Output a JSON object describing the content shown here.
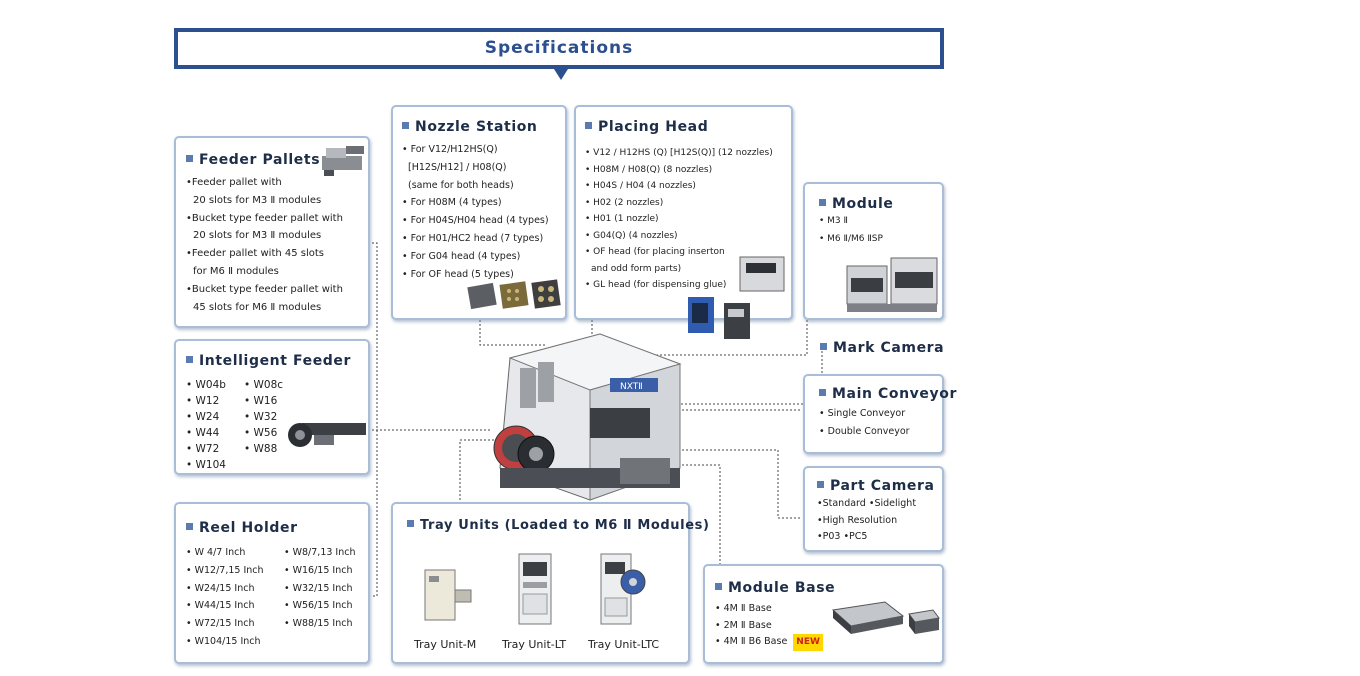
{
  "header": {
    "title": "Specifications"
  },
  "feeder_pallets": {
    "title": "Feeder Pallets",
    "lines": [
      "•Feeder pallet with",
      "  20 slots for M3 Ⅱ modules",
      "•Bucket type feeder pallet with",
      "  20 slots for M3 Ⅱ modules",
      "•Feeder pallet with 45 slots",
      "  for M6 Ⅱ modules",
      "•Bucket type feeder pallet with",
      "  45 slots for M6 Ⅱ modules"
    ]
  },
  "nozzle_station": {
    "title": "Nozzle Station",
    "lines": [
      "• For V12/H12HS(Q)",
      "  [H12S/H12] / H08(Q)",
      "  (same for both heads)",
      "• For H08M (4 types)",
      "• For H04S/H04 head (4 types)",
      "• For H01/HC2 head (7 types)",
      "• For G04 head (4 types)",
      "• For OF head (5 types)"
    ]
  },
  "placing_head": {
    "title": "Placing Head",
    "lines": [
      "• V12 / H12HS (Q) [H12S(Q)] (12 nozzles)",
      "• H08M / H08(Q) (8 nozzles)",
      "• H04S / H04 (4 nozzles)",
      "• H02 (2 nozzles)",
      "• H01 (1 nozzle)",
      "• G04(Q) (4 nozzles)",
      "• OF head (for placing inserton",
      "  and odd form parts)",
      "• GL head (for dispensing glue)"
    ]
  },
  "module": {
    "title": "Module",
    "lines": [
      "• M3 Ⅱ",
      "• M6 Ⅱ/M6 ⅡSP"
    ]
  },
  "mark_camera": {
    "title": "Mark Camera"
  },
  "main_conveyor": {
    "title": "Main Conveyor",
    "lines": [
      "• Single Conveyor",
      "• Double Conveyor"
    ]
  },
  "part_camera": {
    "title": "Part Camera",
    "lines": [
      "•Standard  •Sidelight",
      "•High Resolution",
      "•P03   •PC5"
    ]
  },
  "intelligent_feeder": {
    "title": "Intelligent Feeder",
    "col1": [
      "• W04b",
      "• W12",
      "• W24",
      "• W44",
      "• W72",
      "• W104"
    ],
    "col2": [
      "• W08c",
      "• W16",
      "• W32",
      "• W56",
      "• W88"
    ]
  },
  "reel_holder": {
    "title": "Reel Holder",
    "col1": [
      "• W 4/7 Inch",
      "• W12/7,15 Inch",
      "• W24/15 Inch",
      "• W44/15 Inch",
      "• W72/15 Inch",
      "• W104/15 Inch"
    ],
    "col2": [
      "• W8/7,13 Inch",
      "• W16/15 Inch",
      "• W32/15 Inch",
      "• W56/15 Inch",
      "• W88/15 Inch"
    ]
  },
  "tray_units": {
    "title": "Tray Units (Loaded to M6 Ⅱ Modules)",
    "captions": [
      "Tray Unit-M",
      "Tray Unit-LT",
      "Tray Unit-LTC"
    ]
  },
  "module_base": {
    "title": "Module Base",
    "lines": [
      "• 4M Ⅱ Base",
      "• 2M Ⅱ Base",
      "• 4M Ⅱ B6 Base"
    ],
    "new_badge": "NEW"
  },
  "machine": {
    "logo_text": "NXTⅡ"
  },
  "colors": {
    "frame": "#2c4f8f",
    "border": "#a9bdd6",
    "bullet_square": "#5a7bb0",
    "new_badge_bg": "#ffd800"
  }
}
